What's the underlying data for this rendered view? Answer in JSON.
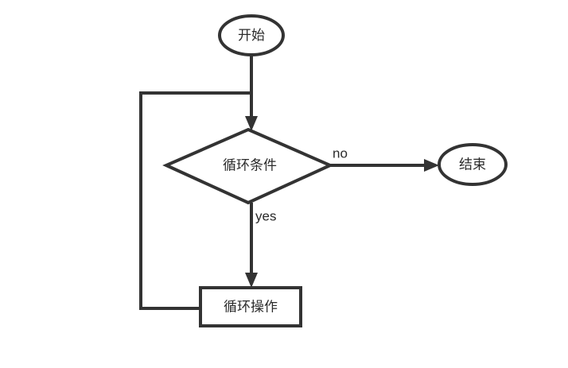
{
  "diagram": {
    "title": "",
    "type": "flowchart",
    "background_color": "#ffffff",
    "stroke_color": "#333333",
    "text_color": "#2b2b2b",
    "nodes": [
      {
        "id": "start",
        "shape": "ellipse",
        "label": "开始"
      },
      {
        "id": "decision",
        "shape": "diamond",
        "label": "循环条件"
      },
      {
        "id": "end",
        "shape": "ellipse",
        "label": "结束"
      },
      {
        "id": "process",
        "shape": "rectangle",
        "label": "循环操作"
      }
    ],
    "edges": [
      {
        "id": "start-to-decision",
        "from": "start",
        "to": "decision",
        "label": ""
      },
      {
        "id": "decision-to-end",
        "from": "decision",
        "to": "end",
        "label": "no"
      },
      {
        "id": "decision-to-process",
        "from": "decision",
        "to": "process",
        "label": "yes"
      },
      {
        "id": "process-to-decision",
        "from": "process",
        "to": "decision",
        "label": ""
      }
    ]
  }
}
